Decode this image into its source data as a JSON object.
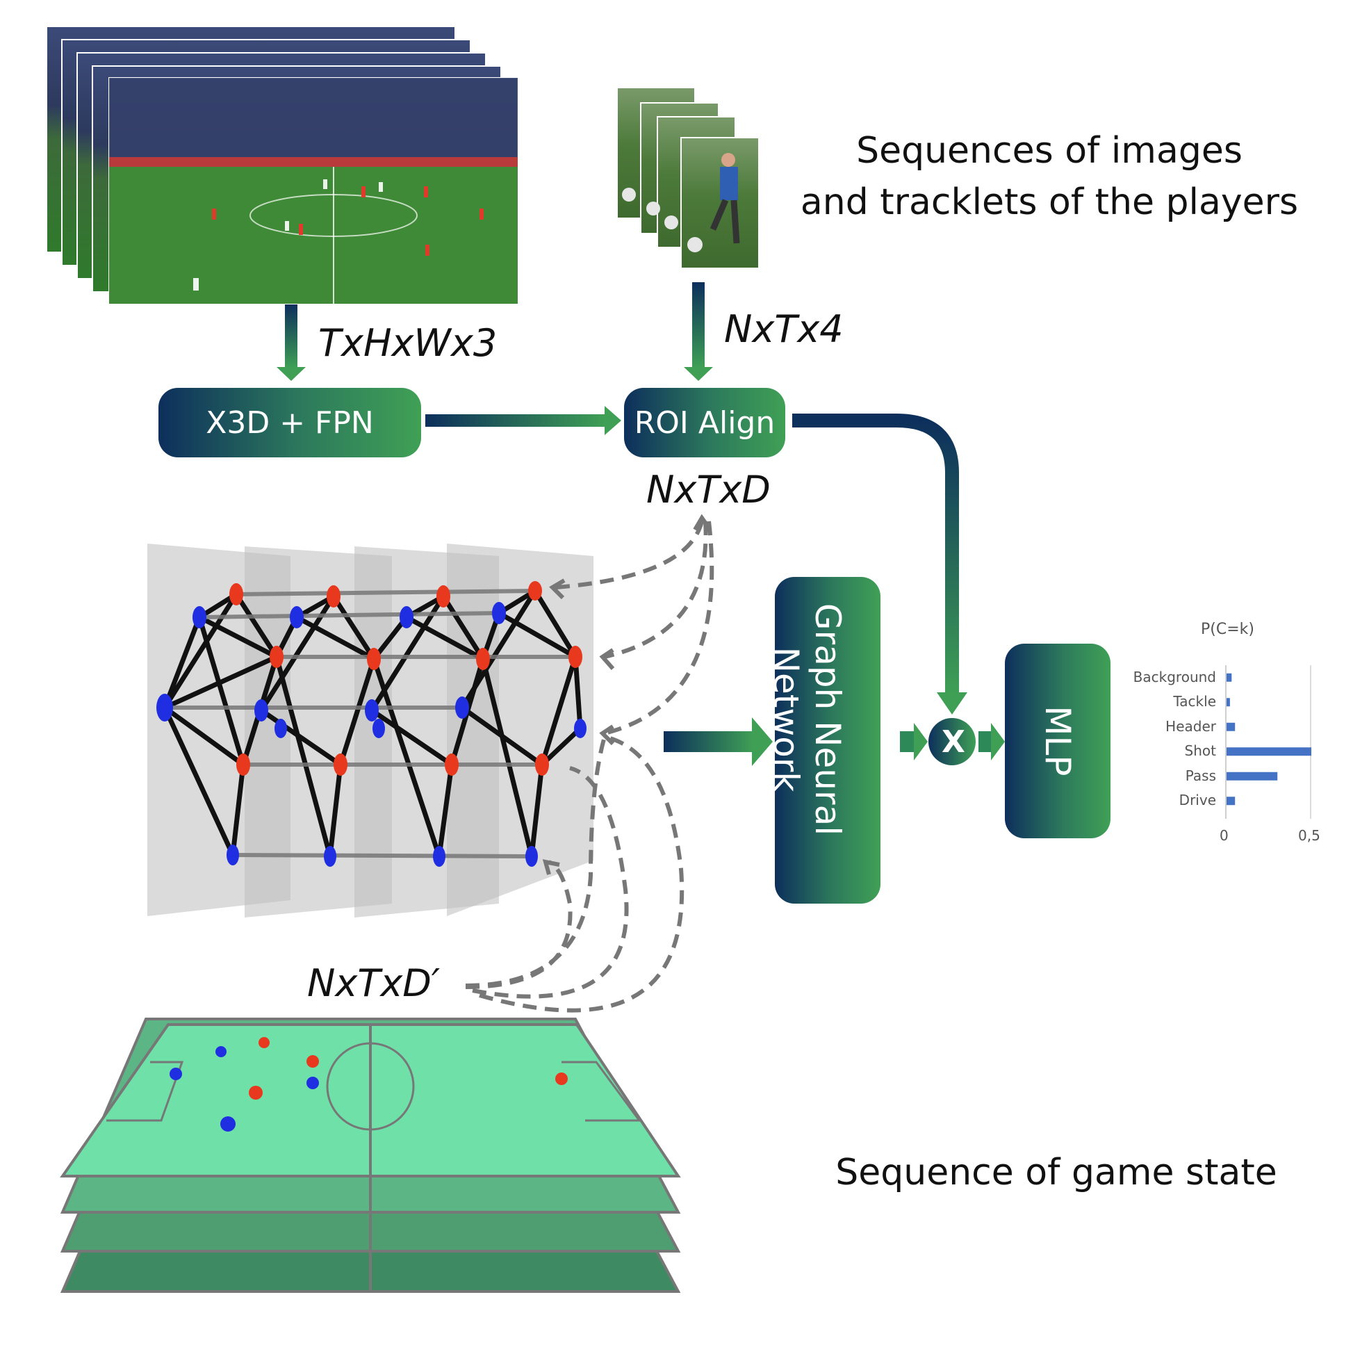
{
  "caption_top": [
    "Sequences of images",
    "and tracklets of the players"
  ],
  "caption_bottom": "Sequence of game state",
  "dims": {
    "video": "TxHxWx3",
    "tracklets": "NxTx4",
    "roi": "NxTxD",
    "game_state": "NxTxD′"
  },
  "blocks": {
    "backbone": "X3D + FPN",
    "roi_align": "ROI Align",
    "gnn_line1": "Graph Neural",
    "gnn_line2": "Network",
    "mlp": "MLP",
    "multiply": "X"
  },
  "colors": {
    "block_dark": "#0d2f5c",
    "block_light": "#3fa055",
    "red_team": "#e8381d",
    "blue_team": "#1f2ee0",
    "pitch": "#6ee0a8",
    "bar": "#4472c4"
  },
  "chart_data": {
    "type": "bar",
    "title": "P(C=k)",
    "categories": [
      "Background",
      "Tackle",
      "Header",
      "Shot",
      "Pass",
      "Drive"
    ],
    "values": [
      0.03,
      0.02,
      0.05,
      0.5,
      0.3,
      0.05
    ],
    "xlim": [
      0,
      0.5
    ],
    "xticks": [
      "0",
      "0,5"
    ]
  }
}
